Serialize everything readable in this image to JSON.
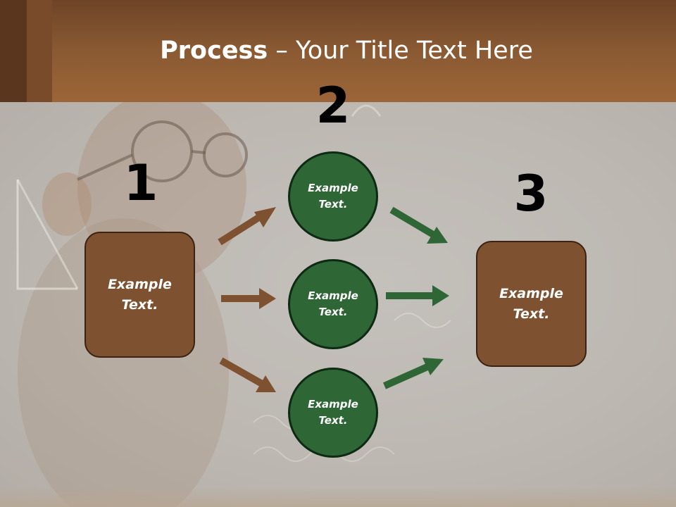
{
  "title": {
    "bold": "Process",
    "rest": " – Your Title Text Here"
  },
  "steps": {
    "n1": "1",
    "n2": "2",
    "n3": "3"
  },
  "nodes": {
    "left_box": "Example\nText.",
    "circle_top": "Example\nText.",
    "circle_mid": "Example\nText.",
    "circle_bot": "Example\nText.",
    "right_box": "Example\nText."
  },
  "colors": {
    "header": "#8a5a33",
    "box_fill": "#7e5130",
    "circle_fill": "#2f6636",
    "brown_arrow": "#7e5130",
    "green_arrow": "#2f6636"
  }
}
